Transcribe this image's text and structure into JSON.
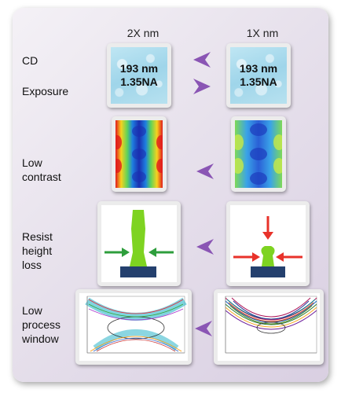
{
  "columns": {
    "left": "2X nm",
    "right": "1X nm"
  },
  "rows": {
    "cd": "CD",
    "exposure": "Exposure",
    "contrast": [
      "Low",
      "contrast"
    ],
    "resist": [
      "Resist",
      "height",
      "loss"
    ],
    "process": [
      "Low",
      "process",
      "window"
    ]
  },
  "exposure_card": {
    "line1": "193 nm",
    "line2": "1.35NA"
  },
  "colors": {
    "arrow": "#8a55b4",
    "resist": "#7ed321",
    "base": "#24406e",
    "force_left": "#2e9e3c",
    "force_right": "#e8322a"
  }
}
